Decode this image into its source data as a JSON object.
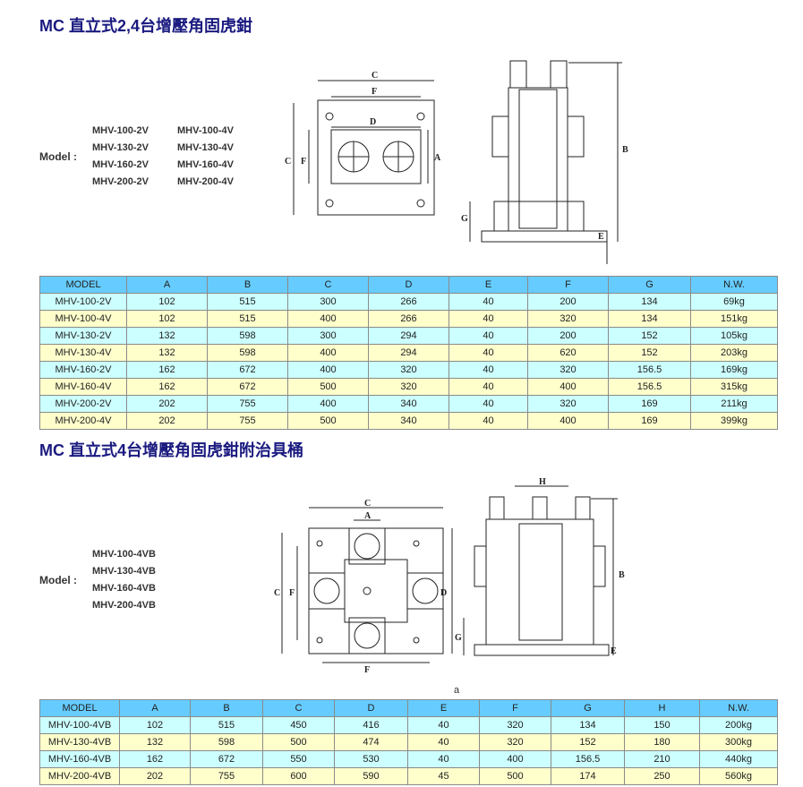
{
  "section1": {
    "title": "MC 直立式2,4台增壓角固虎鉗",
    "model_label": "Model :",
    "models_col1": [
      "MHV-100-2V",
      "MHV-130-2V",
      "MHV-160-2V",
      "MHV-200-2V"
    ],
    "models_col2": [
      "MHV-100-4V",
      "MHV-130-4V",
      "MHV-160-4V",
      "MHV-200-4V"
    ],
    "table": {
      "headers": [
        "MODEL",
        "A",
        "B",
        "C",
        "D",
        "E",
        "F",
        "G",
        "N.W."
      ],
      "rows": [
        [
          "MHV-100-2V",
          "102",
          "515",
          "300",
          "266",
          "40",
          "200",
          "134",
          "69kg"
        ],
        [
          "MHV-100-4V",
          "102",
          "515",
          "400",
          "266",
          "40",
          "320",
          "134",
          "151kg"
        ],
        [
          "MHV-130-2V",
          "132",
          "598",
          "300",
          "294",
          "40",
          "200",
          "152",
          "105kg"
        ],
        [
          "MHV-130-4V",
          "132",
          "598",
          "400",
          "294",
          "40",
          "620",
          "152",
          "203kg"
        ],
        [
          "MHV-160-2V",
          "162",
          "672",
          "400",
          "320",
          "40",
          "320",
          "156.5",
          "169kg"
        ],
        [
          "MHV-160-4V",
          "162",
          "672",
          "500",
          "320",
          "40",
          "400",
          "156.5",
          "315kg"
        ],
        [
          "MHV-200-2V",
          "202",
          "755",
          "400",
          "340",
          "40",
          "320",
          "169",
          "211kg"
        ],
        [
          "MHV-200-4V",
          "202",
          "755",
          "500",
          "340",
          "40",
          "400",
          "169",
          "399kg"
        ]
      ]
    }
  },
  "section2": {
    "title": "MC 直立式4台增壓角固虎鉗附治具桶",
    "model_label": "Model :",
    "models": [
      "MHV-100-4VB",
      "MHV-130-4VB",
      "MHV-160-4VB",
      "MHV-200-4VB"
    ],
    "caption": "a",
    "table": {
      "headers": [
        "MODEL",
        "A",
        "B",
        "C",
        "D",
        "E",
        "F",
        "G",
        "H",
        "N.W."
      ],
      "rows": [
        [
          "MHV-100-4VB",
          "102",
          "515",
          "450",
          "416",
          "40",
          "320",
          "134",
          "150",
          "200kg"
        ],
        [
          "MHV-130-4VB",
          "132",
          "598",
          "500",
          "474",
          "40",
          "320",
          "152",
          "180",
          "300kg"
        ],
        [
          "MHV-160-4VB",
          "162",
          "672",
          "550",
          "530",
          "40",
          "400",
          "156.5",
          "210",
          "440kg"
        ],
        [
          "MHV-200-4VB",
          "202",
          "755",
          "600",
          "590",
          "45",
          "500",
          "174",
          "250",
          "560kg"
        ]
      ]
    }
  },
  "dim_labels": {
    "a": "A",
    "b": "B",
    "c": "C",
    "d": "D",
    "e": "E",
    "f": "F",
    "g": "G",
    "h": "H"
  },
  "colors": {
    "header": "#66ccff",
    "row_cyan": "#ccffff",
    "row_yellow": "#ffffcc",
    "title": "#1a1a80"
  }
}
